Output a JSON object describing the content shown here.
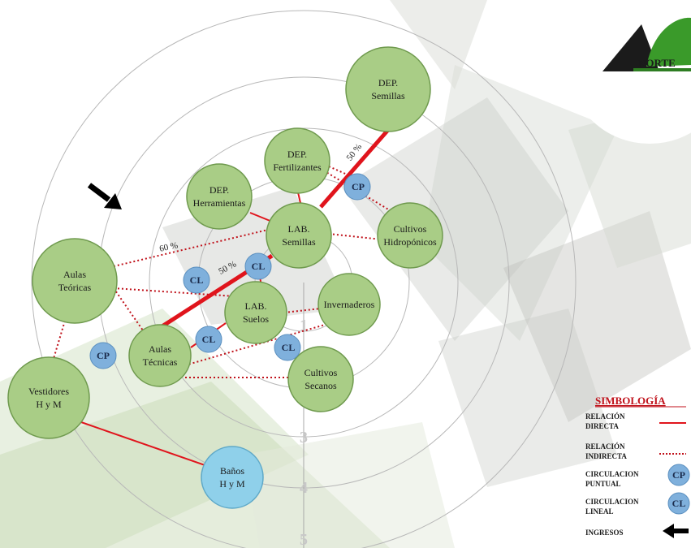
{
  "nodes": {
    "dep_semillas": {
      "line1": "DEP.",
      "line2": "Semillas"
    },
    "dep_fertilizantes": {
      "line1": "DEP.",
      "line2": "Fertilizantes"
    },
    "dep_herramientas": {
      "line1": "DEP.",
      "line2": "Herramientas"
    },
    "lab_semillas": {
      "line1": "LAB.",
      "line2": "Semillas"
    },
    "cultivos_hidroponicos": {
      "line1": "Cultivos",
      "line2": "Hidropónicos"
    },
    "aulas_teoricas": {
      "line1": "Aulas",
      "line2": "Teóricas"
    },
    "lab_suelos": {
      "line1": "LAB.",
      "line2": "Suelos"
    },
    "invernaderos": {
      "line1": "Invernaderos",
      "line2": ""
    },
    "aulas_tecnicas": {
      "line1": "Aulas",
      "line2": "Técnicas"
    },
    "vestidores": {
      "line1": "Vestidores",
      "line2": "H y M"
    },
    "cultivos_secanos": {
      "line1": "Cultivos",
      "line2": "Secanos"
    },
    "banos": {
      "line1": "Baños",
      "line2": "H y M"
    }
  },
  "badges": {
    "cp_top": "CP",
    "cp_left": "CP",
    "cl_left": "CL",
    "cl_center": "CL",
    "cl_lower": "CL",
    "cl_right": "CL"
  },
  "percent_labels": {
    "p_top": "50 %",
    "p_mid": "50 %",
    "p_left": "60 %"
  },
  "ring_numbers": [
    "1",
    "3",
    "4",
    "5"
  ],
  "legend": {
    "title": "SIMBOLOGÍA",
    "direct_1": "RELACIÓN",
    "direct_2": "DIRECTA",
    "indirect_1": "RELACIÓN",
    "indirect_2": "INDIRECTA",
    "cp_1": "CIRCULACION",
    "cp_2": "PUNTUAL",
    "cp_badge": "CP",
    "cl_1": "CIRCULACION",
    "cl_2": "LINEAL",
    "cl_badge": "CL",
    "ingresos": "INGRESOS"
  },
  "logo": {
    "text": "NORTE"
  },
  "colors": {
    "node_fill": "#a9cd86",
    "node_stroke": "#6f9a4e",
    "banos_fill": "#8fd0ea",
    "badge_fill": "#7fb0dc",
    "direct": "#e0141c",
    "indirect": "#c0121b",
    "legend_title": "#c0121b"
  }
}
